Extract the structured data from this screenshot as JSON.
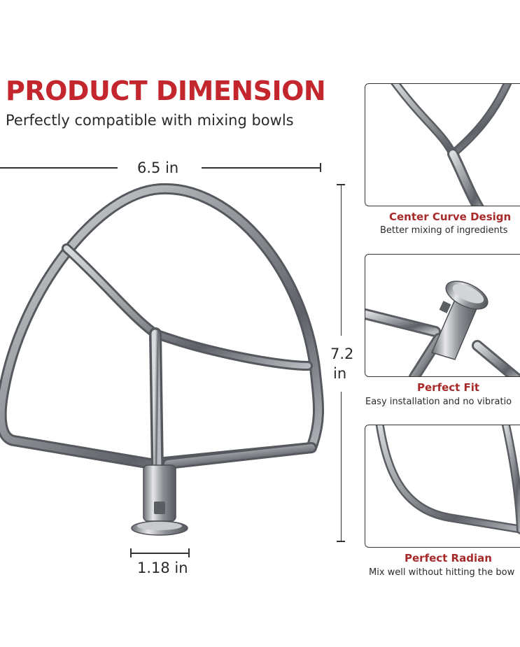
{
  "header": {
    "title": "PRODUCT DIMENSION",
    "subtitle": "Perfectly compatible with mixing bowls"
  },
  "dimensions": {
    "width": "6.5 in",
    "height_value": "7.2",
    "height_unit": "in",
    "hub": "1.18 in"
  },
  "features": [
    {
      "title": "Center Curve Design",
      "subtitle": "Better mixing of ingredients",
      "icon": "beater-center-detail"
    },
    {
      "title": "Perfect Fit",
      "subtitle": "Easy installation and no vibratio",
      "icon": "beater-hub-detail"
    },
    {
      "title": "Perfect Radian",
      "subtitle": "Mix well without hitting the bow",
      "icon": "beater-edge-detail"
    }
  ],
  "colors": {
    "accent": "#c4262e",
    "caption": "#a62a2a",
    "metal": "#8a8d92"
  }
}
